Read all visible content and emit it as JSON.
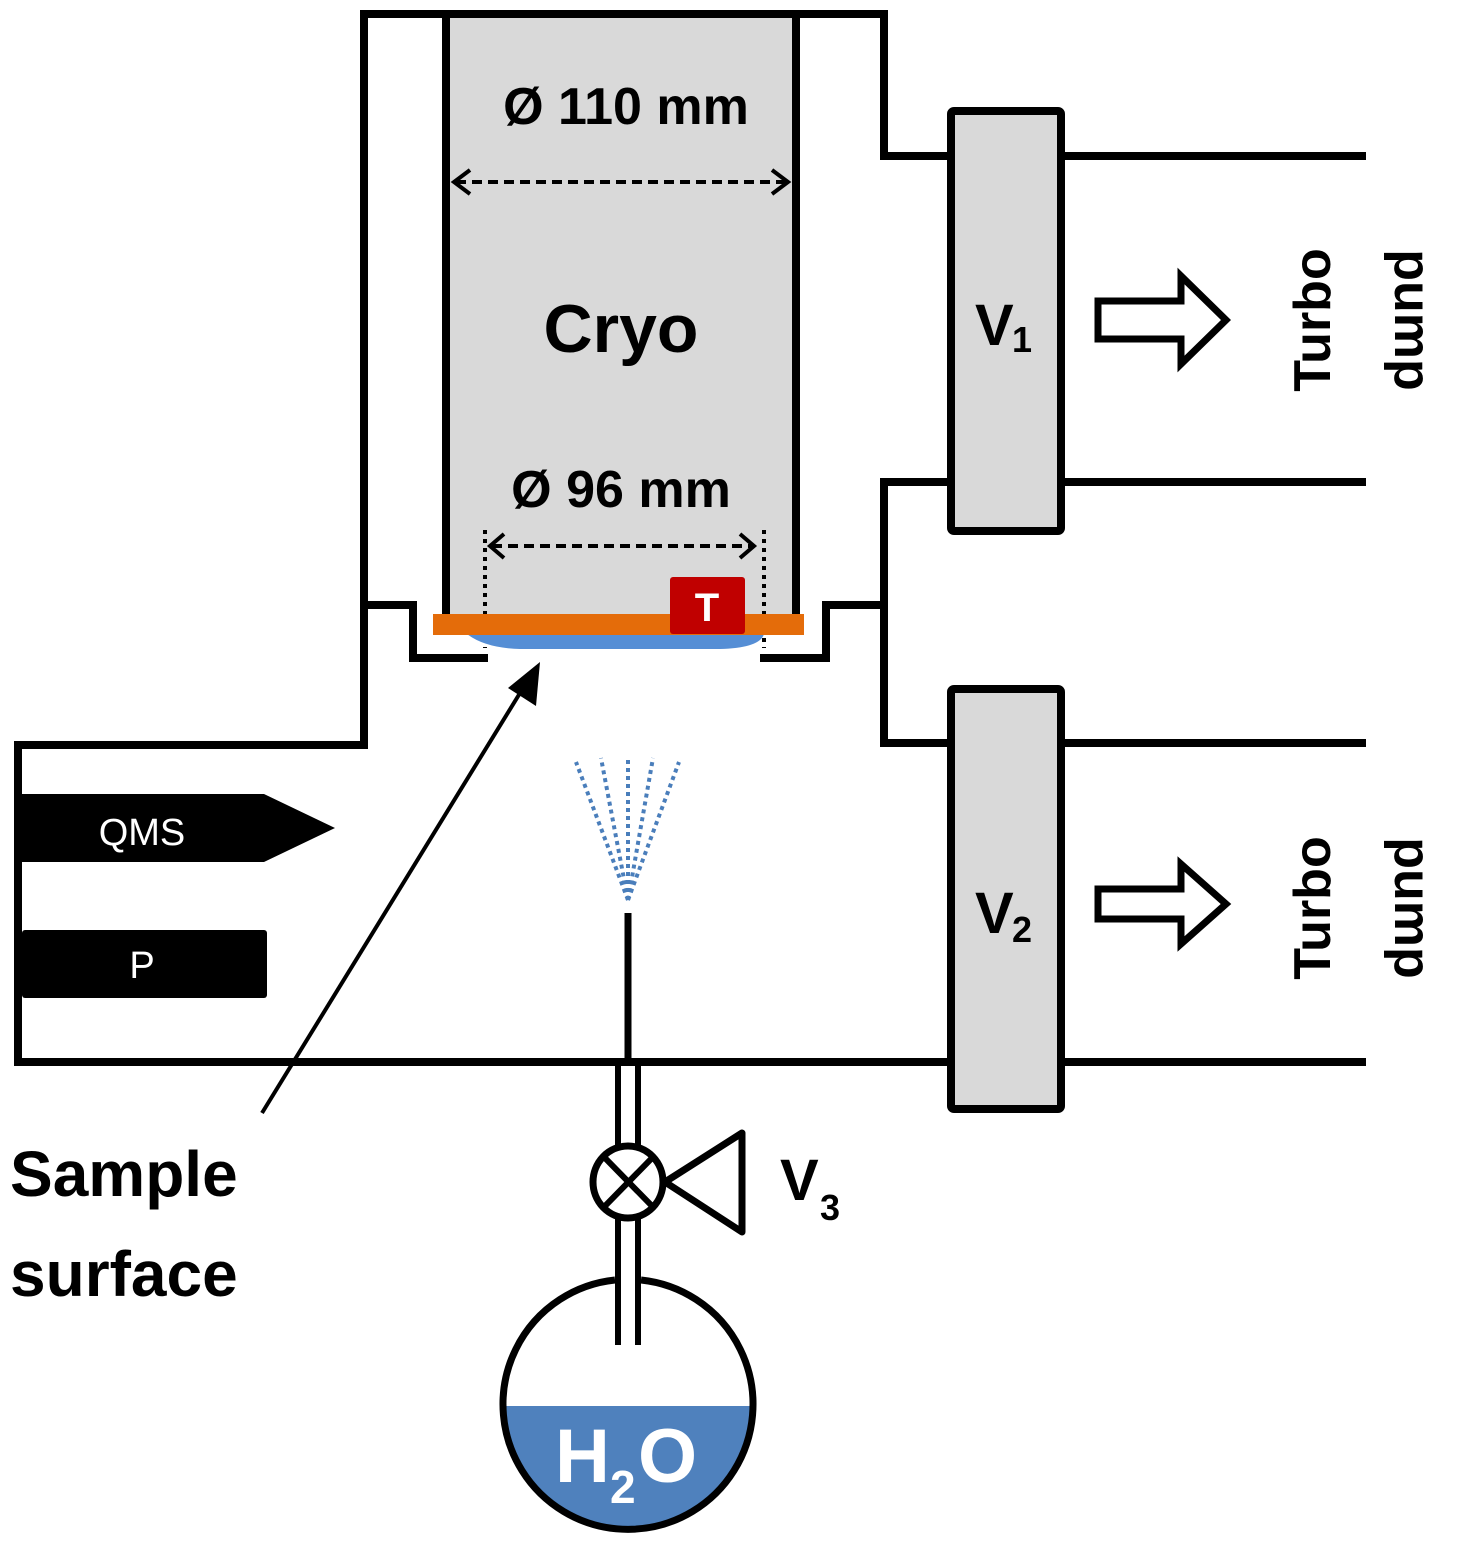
{
  "diagram": {
    "cryo": {
      "label": "Cryo",
      "outer_diameter_label": "Ø 110 mm",
      "sample_diameter_label": "Ø 96 mm",
      "sensor_label": "T"
    },
    "valves": [
      {
        "name": "V",
        "sub": "1"
      },
      {
        "name": "V",
        "sub": "2"
      },
      {
        "name": "V",
        "sub": "3"
      }
    ],
    "pumps": [
      {
        "line1": "Turbo",
        "line2": "pump"
      },
      {
        "line1": "Turbo",
        "line2": "pump"
      }
    ],
    "instruments": {
      "qms": "QMS",
      "pressure": "P"
    },
    "sample_surface": {
      "line1": "Sample",
      "line2": "surface"
    },
    "reservoir": {
      "main": "H",
      "sub": "2",
      "tail": "O"
    },
    "colors": {
      "cryo_fill": "#d9d9d9",
      "sample_holder": "#e46c0a",
      "ice_layer": "#558ed5",
      "sensor": "#c00000",
      "water": "#4f81bd",
      "spray": "#4a7ebb"
    }
  }
}
